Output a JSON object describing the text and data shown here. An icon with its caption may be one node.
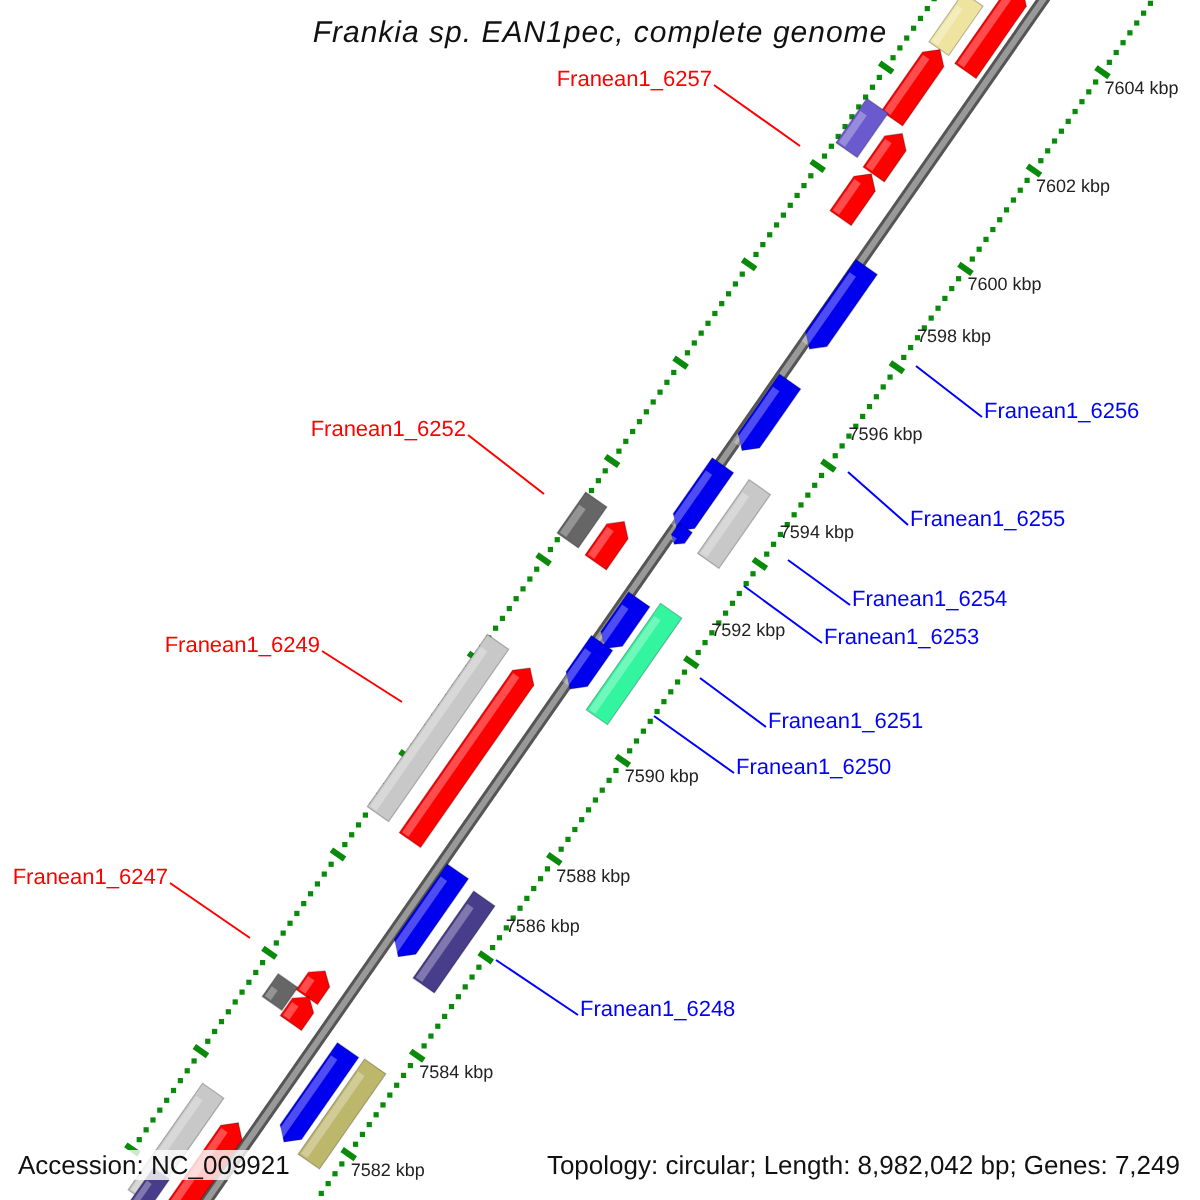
{
  "diagram": {
    "title": "Frankia sp. EAN1pec, complete genome",
    "nodes": [
      {
        "text": [
          "Franean1_6257"
        ]
      },
      {
        "text": [
          "Franean1_6256"
        ]
      },
      {
        "text": [
          "Franean1_6252"
        ]
      },
      {
        "text": [
          "Franean1_6255"
        ]
      },
      {
        "text": [
          "Franean1_6254"
        ]
      },
      {
        "text": [
          "Franean1_6253"
        ]
      },
      {
        "text": [
          "Franean1_6249"
        ]
      },
      {
        "text": [
          "Franean1_6251"
        ]
      },
      {
        "text": [
          "Franean1_6250"
        ]
      },
      {
        "text": [
          "Franean1_6247"
        ]
      },
      {
        "text": [
          "Franean1_6248"
        ]
      }
    ],
    "edges": [
      {
        "from": 0,
        "to": null,
        "arrow": "none",
        "color": "#ff0000"
      },
      {
        "from": 1,
        "to": null,
        "arrow": "none"
      },
      {
        "from": 2,
        "to": null,
        "arrow": "none",
        "color": "#ff0000"
      },
      {
        "from": 3,
        "to": null,
        "arrow": "none"
      },
      {
        "from": 4,
        "to": null,
        "arrow": "none"
      },
      {
        "from": 5,
        "to": null,
        "arrow": "none"
      },
      {
        "from": 6,
        "to": null,
        "arrow": "none",
        "color": "#ff0000"
      },
      {
        "from": 7,
        "to": null,
        "arrow": "none"
      },
      {
        "from": 8,
        "to": null,
        "arrow": "none"
      },
      {
        "from": 9,
        "to": null,
        "arrow": "none",
        "color": "#ff0000"
      },
      {
        "from": 10,
        "to": null,
        "arrow": "none"
      }
    ],
    "labels": [
      "7604 kbp",
      "7602 kbp",
      "7600 kbp",
      "7598 kbp",
      "7596 kbp",
      "7594 kbp",
      "7592 kbp",
      "7590 kbp",
      "7588 kbp",
      "7586 kbp",
      "7584 kbp",
      "7582 kbp",
      "Accession: NC_009921",
      "Topology: circular; Length: 8,982,042 bp; Genes: 7,249"
    ]
  }
}
